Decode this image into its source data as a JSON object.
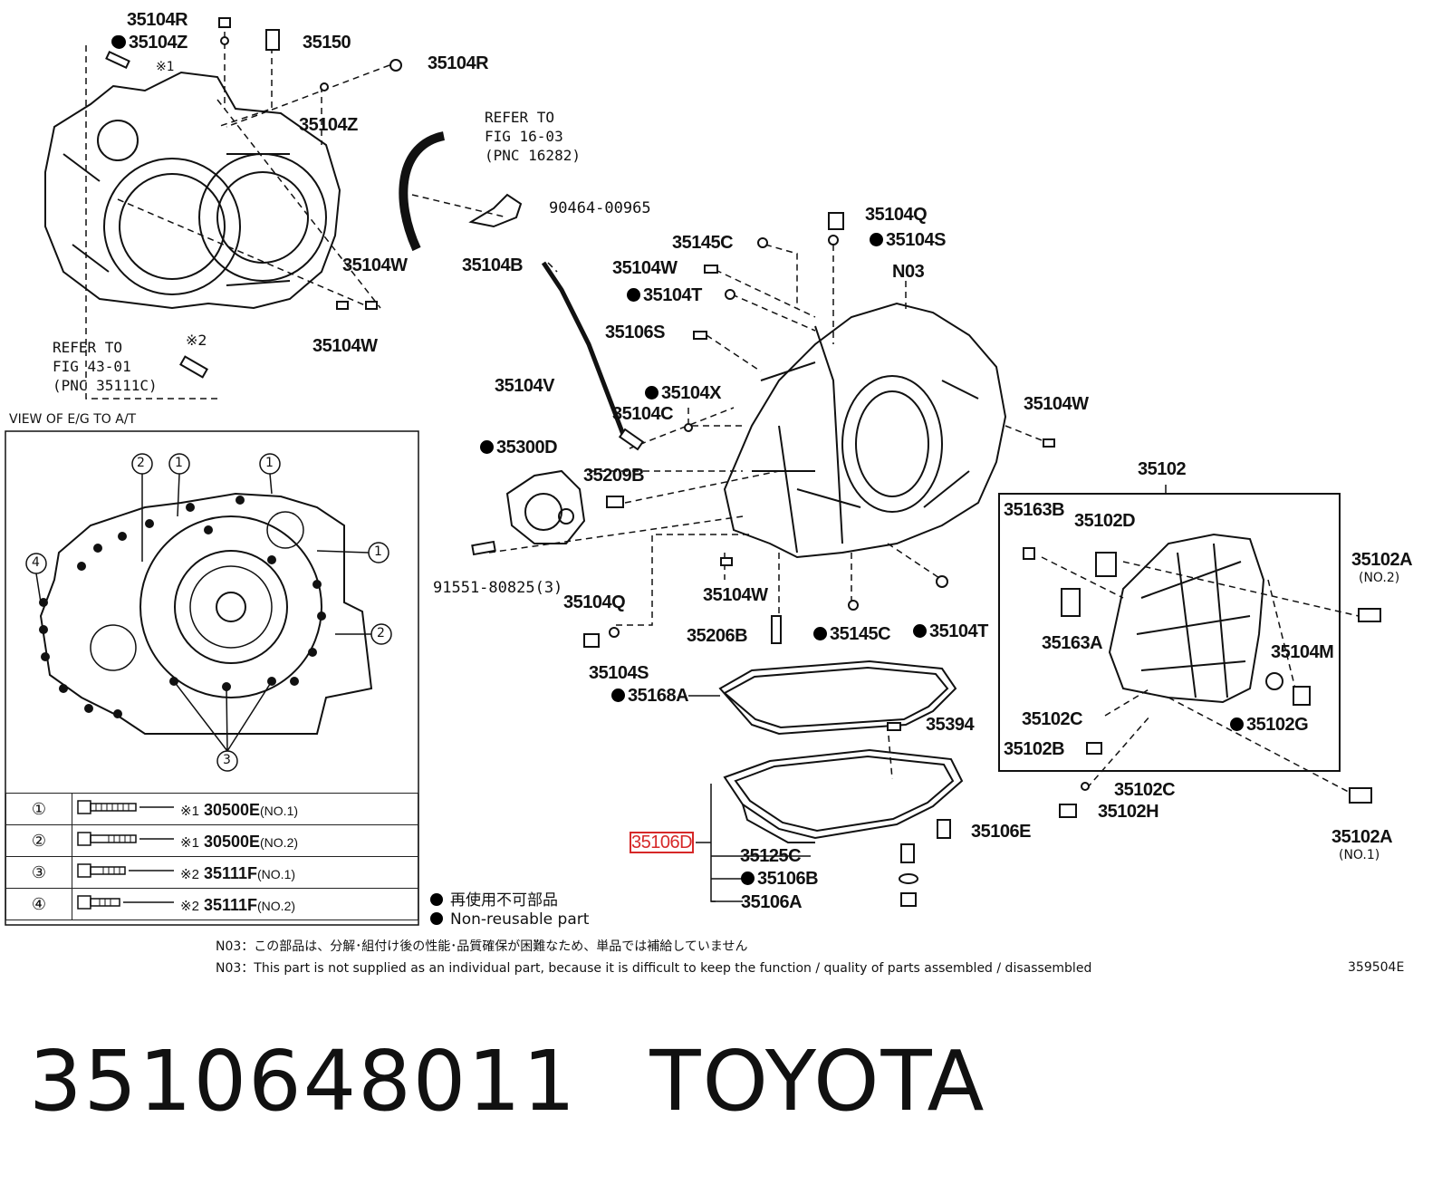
{
  "labels": [
    {
      "id": "l1",
      "text": "35104R",
      "dot": false
    },
    {
      "id": "l2",
      "text": "35104Z",
      "dot": true
    },
    {
      "id": "l3",
      "text": "35150",
      "dot": false
    },
    {
      "id": "l4",
      "text": "35104R",
      "dot": false
    },
    {
      "id": "l5",
      "text": "35104Z",
      "dot": false
    },
    {
      "id": "l6",
      "text": "35104W",
      "dot": false
    },
    {
      "id": "l7",
      "text": "35104W",
      "dot": false
    },
    {
      "id": "l8",
      "text": "90464-00965",
      "dot": false,
      "mono": true
    },
    {
      "id": "l9",
      "text": "35104B",
      "dot": false
    },
    {
      "id": "l10",
      "text": "35104Q",
      "dot": false
    },
    {
      "id": "l11",
      "text": "35145C",
      "dot": false
    },
    {
      "id": "l12",
      "text": "35104S",
      "dot": true
    },
    {
      "id": "l13",
      "text": "35104W",
      "dot": false
    },
    {
      "id": "l14",
      "text": "N03",
      "dot": false
    },
    {
      "id": "l15",
      "text": "35104T",
      "dot": true
    },
    {
      "id": "l16",
      "text": "35106S",
      "dot": false
    },
    {
      "id": "l17",
      "text": "35104V",
      "dot": false
    },
    {
      "id": "l18",
      "text": "35104X",
      "dot": true
    },
    {
      "id": "l19",
      "text": "35104C",
      "dot": false
    },
    {
      "id": "l20",
      "text": "35104W",
      "dot": false
    },
    {
      "id": "l21",
      "text": "35300D",
      "dot": true
    },
    {
      "id": "l22",
      "text": "35209B",
      "dot": false
    },
    {
      "id": "l23",
      "text": "35102",
      "dot": false
    },
    {
      "id": "l24",
      "text": "35163B",
      "dot": false
    },
    {
      "id": "l25",
      "text": "35102D",
      "dot": false
    },
    {
      "id": "l26",
      "text": "35102A",
      "dot": false
    },
    {
      "id": "l27",
      "text": "91551-80825(3)",
      "dot": false,
      "mono": true
    },
    {
      "id": "l28",
      "text": "35104Q",
      "dot": false
    },
    {
      "id": "l29",
      "text": "35104W",
      "dot": false
    },
    {
      "id": "l30",
      "text": "35206B",
      "dot": false
    },
    {
      "id": "l31",
      "text": "35145C",
      "dot": true
    },
    {
      "id": "l32",
      "text": "35104T",
      "dot": true
    },
    {
      "id": "l33",
      "text": "35163A",
      "dot": false
    },
    {
      "id": "l34",
      "text": "35104M",
      "dot": false
    },
    {
      "id": "l35",
      "text": "35104S",
      "dot": false
    },
    {
      "id": "l36",
      "text": "35168A",
      "dot": true
    },
    {
      "id": "l37",
      "text": "35394",
      "dot": false
    },
    {
      "id": "l38",
      "text": "35102C",
      "dot": false
    },
    {
      "id": "l39",
      "text": "35102G",
      "dot": true
    },
    {
      "id": "l40",
      "text": "35102B",
      "dot": false
    },
    {
      "id": "l41",
      "text": "35102C",
      "dot": false
    },
    {
      "id": "l42",
      "text": "35102H",
      "dot": false
    },
    {
      "id": "l43",
      "text": "35106E",
      "dot": false
    },
    {
      "id": "l44",
      "text": "35102A",
      "dot": false
    },
    {
      "id": "l45",
      "text": "35106D",
      "dot": false,
      "highlight": true
    },
    {
      "id": "l46",
      "text": "35125C",
      "dot": false
    },
    {
      "id": "l47",
      "text": "35106B",
      "dot": true
    },
    {
      "id": "l48",
      "text": "35106A",
      "dot": false
    }
  ],
  "small_labels": {
    "no2": "(NO.2)",
    "no1": "(NO.1)",
    "mark1": "※1",
    "mark2": "※2"
  },
  "refer_notes": {
    "fig16": [
      "REFER TO",
      "FIG 16-03",
      "(PNC 16282)"
    ],
    "fig43": [
      "REFER TO",
      "FIG 43-01",
      "(PNC 35111C)"
    ]
  },
  "view_title": "VIEW OF E/G TO A/T",
  "callouts": [
    "2",
    "1",
    "1",
    "1",
    "4",
    "2",
    "3"
  ],
  "table": [
    {
      "idx": "①",
      "mark": "※1",
      "part": "30500E",
      "no": "(NO.1)"
    },
    {
      "idx": "②",
      "mark": "※1",
      "part": "30500E",
      "no": "(NO.2)"
    },
    {
      "idx": "③",
      "mark": "※2",
      "part": "35111F",
      "no": "(NO.1)"
    },
    {
      "idx": "④",
      "mark": "※2",
      "part": "35111F",
      "no": "(NO.2)"
    }
  ],
  "legend": {
    "jp": "再使用不可部品",
    "en": "Non-reusable part"
  },
  "footnotes": {
    "jp": "N03：この部品は、分解･組付け後の性能･品質確保が困難なため、単品では補給していません",
    "en": "N03：This part is not supplied as an individual part, because it is difficult to keep the function / quality of parts assembled / disassembled"
  },
  "figure_id": "359504E",
  "caption": {
    "part_number": "3510648011",
    "brand": "TOYOTA"
  },
  "colors": {
    "highlight": "#d62828",
    "ink": "#111111"
  }
}
